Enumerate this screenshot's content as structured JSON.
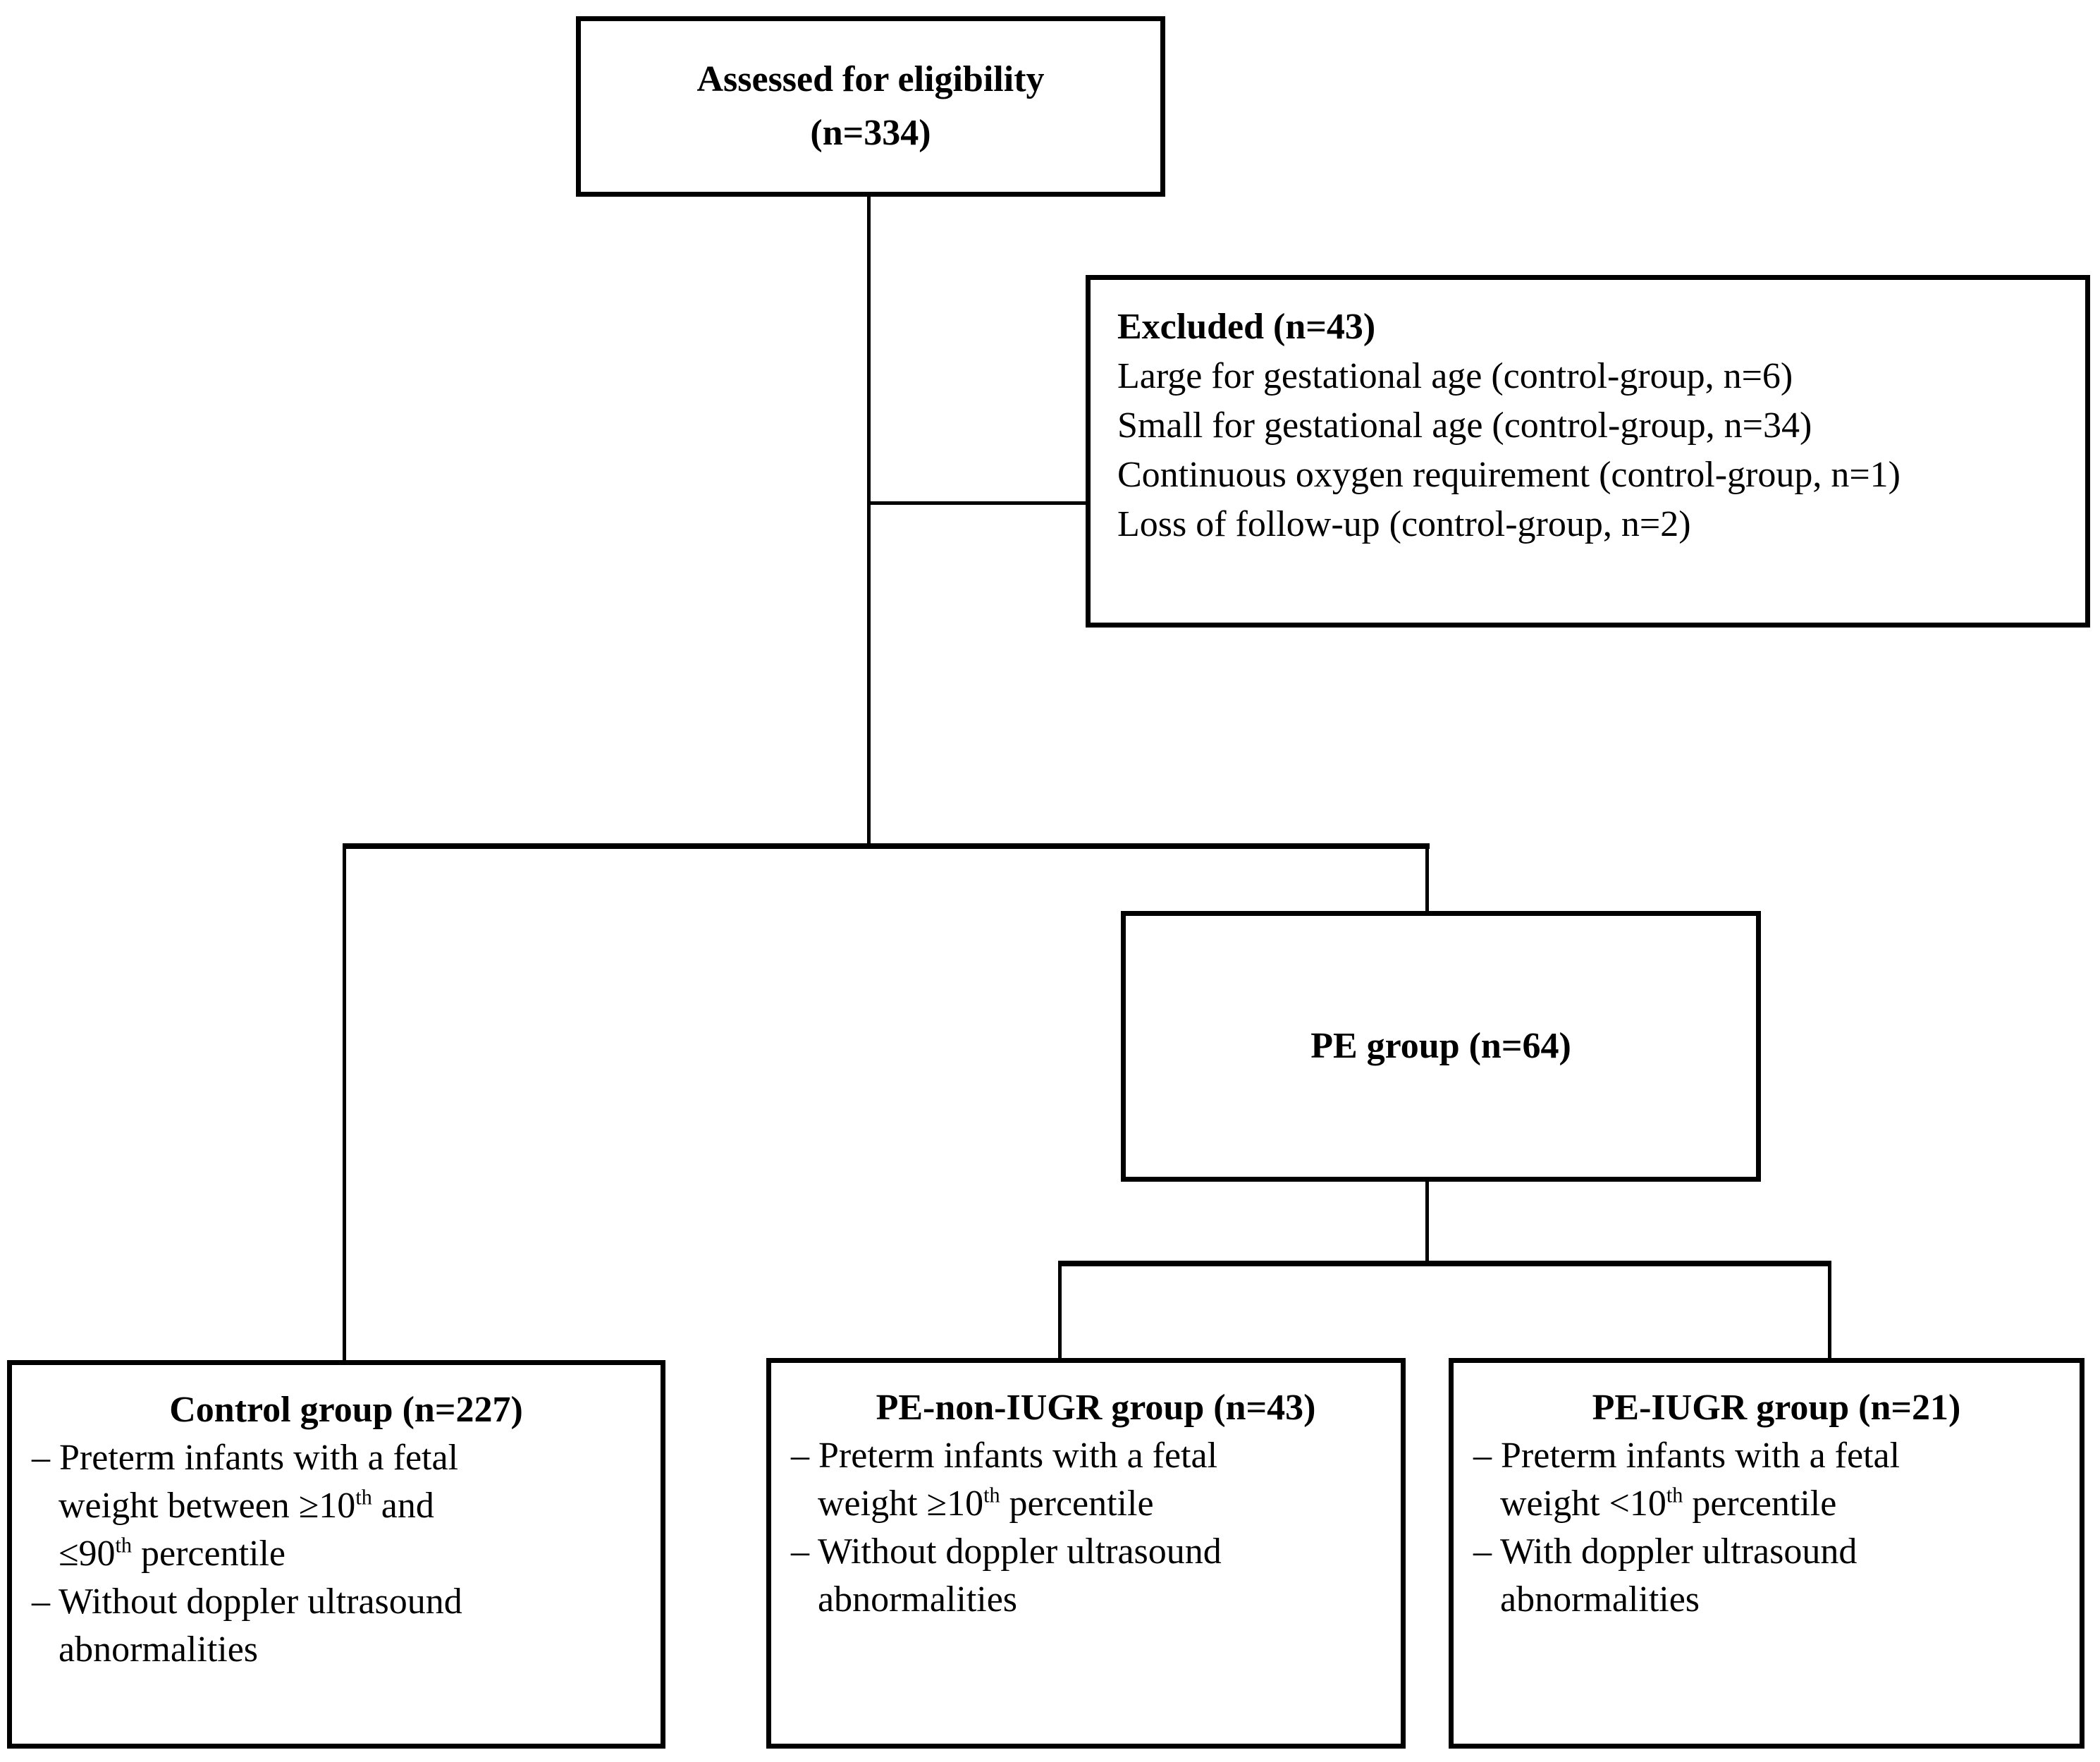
{
  "diagram": {
    "background": "#ffffff",
    "line_color": "#000000",
    "assessed": {
      "line1": "Assessed for eligibility",
      "line2": "(n=334)"
    },
    "excluded": {
      "title": "Excluded (n=43)",
      "lines": [
        {
          "segments": [
            {
              "text": "Large for gestational age (control-group, n=6)"
            }
          ]
        },
        {
          "segments": [
            {
              "text": "Small for gestational age (control-group, n=34)"
            }
          ]
        },
        {
          "segments": [
            {
              "text": "Continuous oxygen requirement (control-group, n=1)"
            }
          ]
        },
        {
          "segments": [
            {
              "text": "Loss of follow-up (control-group, n=2)"
            }
          ]
        }
      ]
    },
    "pe_group": {
      "title": "PE group (n=64)"
    },
    "control": {
      "title": "Control group (n=227)",
      "lines": [
        {
          "segments": [
            {
              "text": "– Preterm infants with a fetal"
            }
          ]
        },
        {
          "indent": true,
          "segments": [
            {
              "text": "weight between ≥10"
            },
            {
              "text": "th",
              "sup": true
            },
            {
              "text": " and"
            }
          ]
        },
        {
          "indent": true,
          "segments": [
            {
              "text": "≤90"
            },
            {
              "text": "th",
              "sup": true
            },
            {
              "text": " percentile"
            }
          ]
        },
        {
          "segments": [
            {
              "text": "– Without doppler ultrasound"
            }
          ]
        },
        {
          "indent": true,
          "segments": [
            {
              "text": "abnormalities"
            }
          ]
        }
      ]
    },
    "pe_non_iugr": {
      "title": "PE-non-IUGR group (n=43)",
      "lines": [
        {
          "segments": [
            {
              "text": "– Preterm infants with a fetal"
            }
          ]
        },
        {
          "indent": true,
          "segments": [
            {
              "text": "weight ≥10"
            },
            {
              "text": "th",
              "sup": true
            },
            {
              "text": " percentile"
            }
          ]
        },
        {
          "segments": [
            {
              "text": "– Without doppler ultrasound"
            }
          ]
        },
        {
          "indent": true,
          "segments": [
            {
              "text": "abnormalities"
            }
          ]
        }
      ]
    },
    "pe_iugr": {
      "title": "PE-IUGR group (n=21)",
      "lines": [
        {
          "segments": [
            {
              "text": "– Preterm infants with a fetal"
            }
          ]
        },
        {
          "indent": true,
          "segments": [
            {
              "text": "weight <10"
            },
            {
              "text": "th",
              "sup": true
            },
            {
              "text": " percentile"
            }
          ]
        },
        {
          "segments": [
            {
              "text": "– With doppler ultrasound"
            }
          ]
        },
        {
          "indent": true,
          "segments": [
            {
              "text": "abnormalities"
            }
          ]
        }
      ]
    }
  }
}
